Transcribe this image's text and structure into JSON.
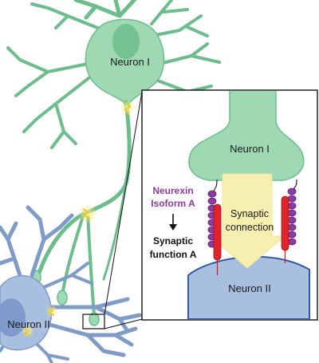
{
  "labels": {
    "neuron1_main": "Neuron I",
    "neuron2_main": "Neuron II",
    "neuron1_inset": "Neuron I",
    "neuron2_inset": "Neuron II",
    "synaptic_line1": "Synaptic",
    "synaptic_line2": "connection",
    "neurexin_line1": "Neurexin",
    "neurexin_line2": "Isoform A",
    "function_line1": "Synaptic",
    "function_line2": "function A"
  },
  "colors": {
    "neuron1_fill": "#9fd9b4",
    "neuron1_stroke": "#6cbd8c",
    "neuron1_nucleus": "#74c290",
    "neuron2_fill": "#a9bfe0",
    "neuron2_stroke": "#7f9bc7",
    "neuron2_nucleus": "#7e9bcb",
    "arrow_fill": "#f6f0b0",
    "neurexin_purple": "#8e3aa5",
    "receptor_red": "#e0242c",
    "signal_glow": "#f3e66b"
  }
}
